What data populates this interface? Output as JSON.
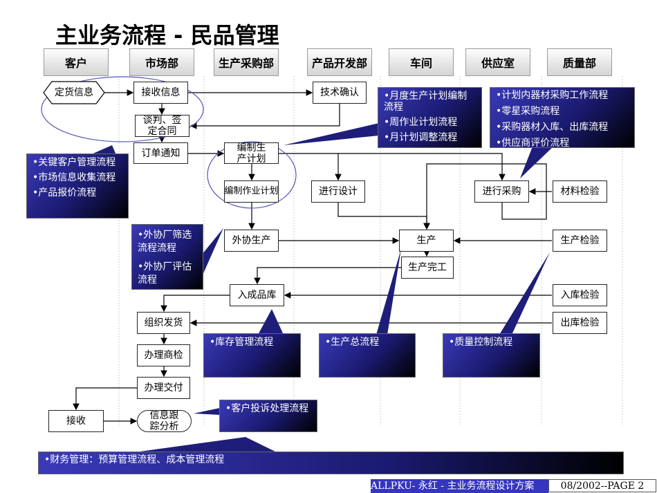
{
  "title": "主业务流程 - 民品管理",
  "columns": [
    "客户",
    "市场部",
    "生产采购部",
    "产品开发部",
    "车间",
    "供应室",
    "质量部"
  ],
  "nodes": {
    "order_info": "定货信息",
    "receive_info": "接收信息",
    "negotiate": "谈判、签定合同",
    "order_notice": "订单通知",
    "tech_confirm": "技术确认",
    "prod_plan": "编制生产计划",
    "work_plan": "编制作业计划",
    "design": "进行设计",
    "purchase": "进行采购",
    "material_check": "材料检验",
    "outsource": "外协生产",
    "production": "生产",
    "prod_done": "生产完工",
    "prod_check": "生产检验",
    "warehouse_in": "入成品库",
    "in_check": "入库检验",
    "ship": "组织发货",
    "out_check": "出库检验",
    "inspection": "办理商检",
    "delivery": "办理交付",
    "receive": "接收",
    "tracking": "信息跟踪分析"
  },
  "callouts": {
    "market": [
      "•关键客户管理流程",
      "•市场信息收集流程",
      "•产品报价流程"
    ],
    "planning": [
      "•月度生产计划编制流程",
      "•周作业计划流程",
      "•月计划调整流程"
    ],
    "supply": [
      "•计划内器材采购工作流程",
      "•零星采购流程",
      "•采购器材入库、出库流程",
      "•供应商评价流程"
    ],
    "outsource": [
      "•外协厂筛选流程流程",
      "•外协厂评估流程"
    ],
    "inventory": [
      "•库存管理流程"
    ],
    "production": [
      "•生产总流程"
    ],
    "quality": [
      "•质量控制流程"
    ],
    "complaint": [
      "•客户投诉处理流程"
    ],
    "finance": [
      "•财务管理：预算管理流程、成本管理流程"
    ]
  },
  "footer": {
    "left": "ALLPKU- 永红 - 主业务流程设计方案",
    "right": "08/2002--PAGE 2"
  }
}
